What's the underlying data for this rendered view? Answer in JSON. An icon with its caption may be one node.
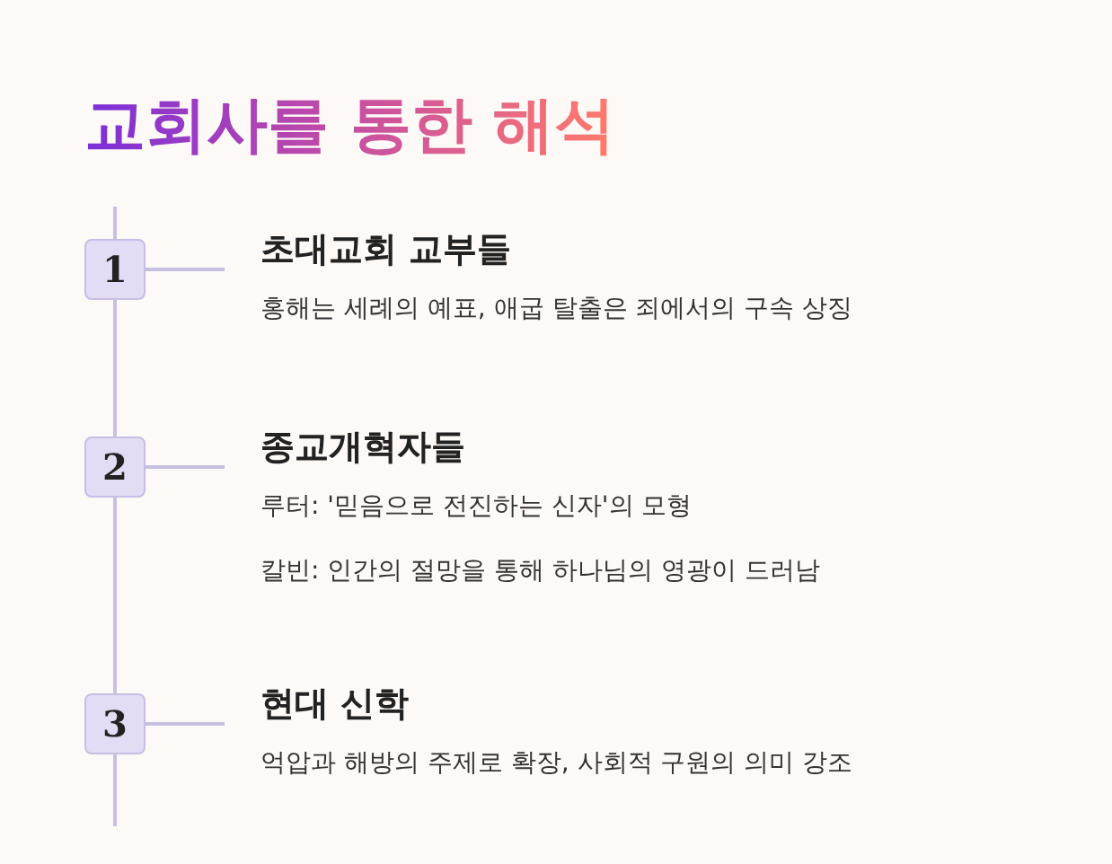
{
  "diagram": {
    "title": "교회사를 통한 해석",
    "nodes": [
      {
        "text": [
          "1"
        ]
      },
      {
        "text": [
          "초대교회 교부들",
          "홍해는 세례의 예표, 애굽 탈출은 죄에서의 구속 상징"
        ]
      },
      {
        "text": [
          "2"
        ]
      },
      {
        "text": [
          "종교개혁자들",
          "루터: '믿음으로 전진하는 신자'의 모형",
          "칼빈: 인간의 절망을 통해 하나님의 영광이 드러남"
        ]
      },
      {
        "text": [
          "3"
        ]
      },
      {
        "text": [
          "현대 신학",
          "억압과 해방의 주제로 확장, 사회적 구원의 의미 강조"
        ]
      }
    ],
    "edges": [
      {
        "from": 0,
        "to": 1,
        "arrow": "none"
      },
      {
        "from": 2,
        "to": 3,
        "arrow": "none"
      },
      {
        "from": 4,
        "to": 5,
        "arrow": "none"
      },
      {
        "from": 0,
        "to": 2,
        "arrow": "none"
      },
      {
        "from": 2,
        "to": 4,
        "arrow": "none"
      }
    ]
  }
}
